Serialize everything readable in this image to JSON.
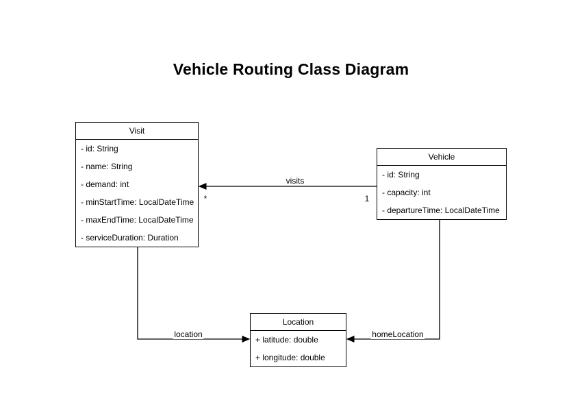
{
  "title": "Vehicle Routing Class Diagram",
  "diagram": {
    "classes": [
      {
        "name": "Visit",
        "attributes": [
          "- id: String",
          "- name: String",
          "- demand: int",
          "- minStartTime: LocalDateTime",
          "- maxEndTime: LocalDateTime",
          "- serviceDuration: Duration"
        ]
      },
      {
        "name": "Vehicle",
        "attributes": [
          "- id: String",
          "- capacity: int",
          "- departureTime: LocalDateTime"
        ]
      },
      {
        "name": "Location",
        "attributes": [
          "+ latitude: double",
          "+ longitude: double"
        ]
      }
    ],
    "relations": [
      {
        "label": "visits",
        "from": "Vehicle",
        "to": "Visit",
        "source_multiplicity": "1",
        "target_multiplicity": "*"
      },
      {
        "label": "location",
        "from": "Visit",
        "to": "Location"
      },
      {
        "label": "homeLocation",
        "from": "Vehicle",
        "to": "Location"
      }
    ]
  },
  "colors": {
    "background": "#ffffff",
    "box_fill": "#ffffff",
    "stroke": "#000000",
    "text": "#000000"
  }
}
